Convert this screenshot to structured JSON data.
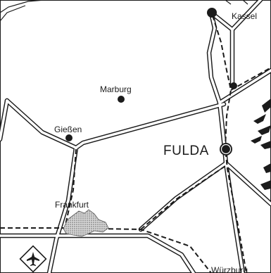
{
  "map": {
    "cities": {
      "kassel": {
        "name": "Kassel"
      },
      "marburg": {
        "name": "Marburg"
      },
      "giessen": {
        "name": "Gießen"
      },
      "fulda": {
        "name": "FULDA"
      },
      "frankfurt": {
        "name": "Frankfurt"
      },
      "wuerzburg": {
        "name": "Würzburg"
      }
    },
    "icons": {
      "airport": "airplane-icon"
    },
    "colors": {
      "road_outline": "#1b1b1b",
      "road_fill": "#ffffff",
      "rail_dash": "#1b1b1b",
      "city_fill": "#9a9a9a",
      "background": "#ffffff"
    }
  }
}
